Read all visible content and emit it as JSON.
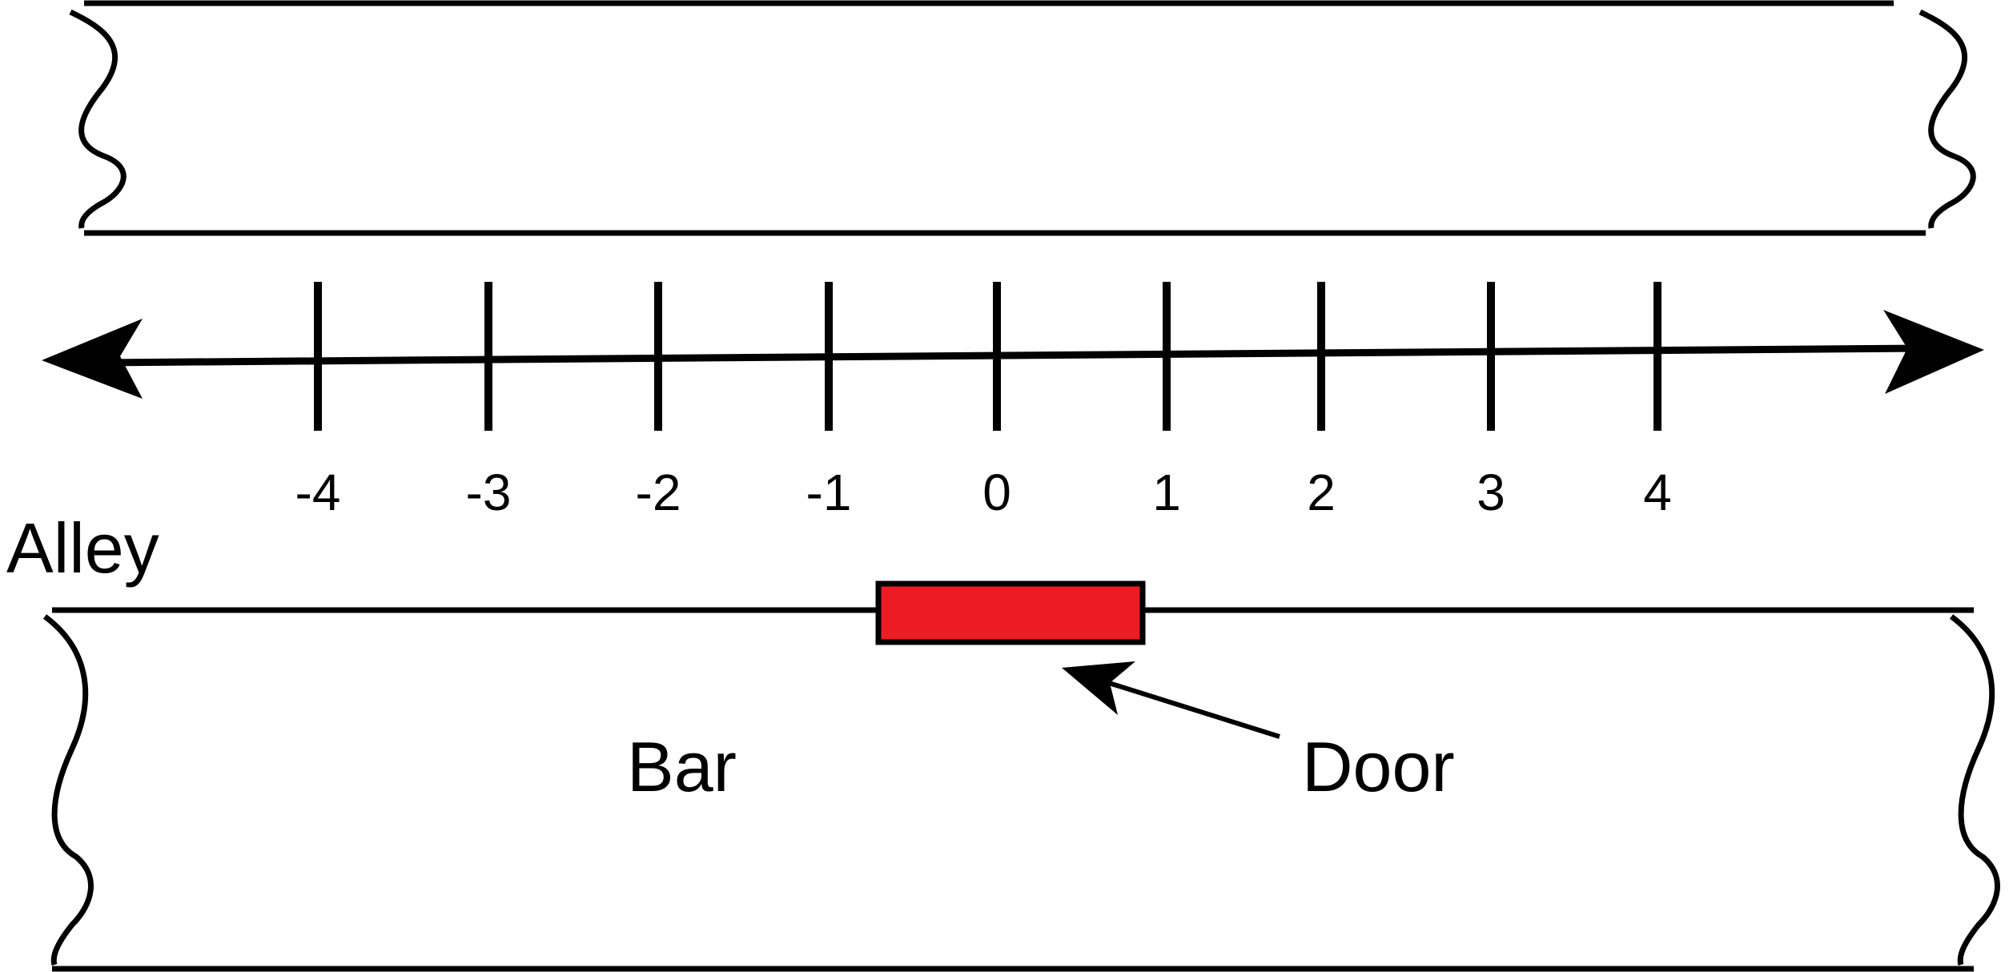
{
  "labels": {
    "alley": "Alley",
    "bar": "Bar",
    "door": "Door"
  },
  "number_line": {
    "ticks": [
      "-4",
      "-3",
      "-2",
      "-1",
      "0",
      "1",
      "2",
      "3",
      "4"
    ]
  },
  "colors": {
    "door": "#ed1c24",
    "line": "#000000"
  }
}
